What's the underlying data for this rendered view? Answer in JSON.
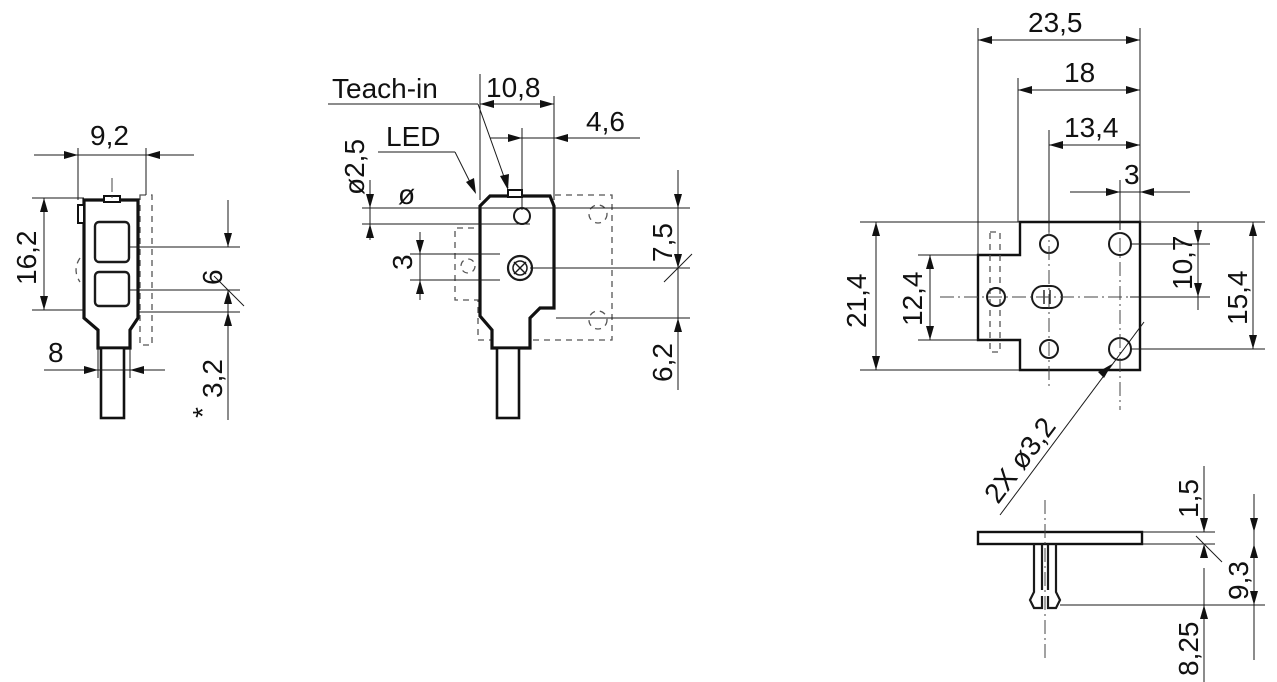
{
  "labels": {
    "teach_in": "Teach-in",
    "led": "LED",
    "diameter_symbol": "ø",
    "two_x_dia": "2X ø3,2",
    "asterisk": "*"
  },
  "dimensions": {
    "front_width": "9,2",
    "front_height": "16,2",
    "front_lens_pitch": "6",
    "front_cable_width": "8",
    "front_bottom": "3,2",
    "side_top_width": "10,8",
    "side_offset": "4,6",
    "side_bore": "ø2,5",
    "side_three": "3",
    "side_seven_five": "7,5",
    "side_six_two": "6,2",
    "bracket_total": "23,5",
    "bracket_18": "18",
    "bracket_13_4": "13,4",
    "bracket_3": "3",
    "bracket_21_4": "21,4",
    "bracket_12_4": "12,4",
    "bracket_10_7": "10,7",
    "bracket_15_4": "15,4",
    "plate_1_5": "1,5",
    "plate_9_3": "9,3",
    "plate_8_25": "8,25"
  }
}
